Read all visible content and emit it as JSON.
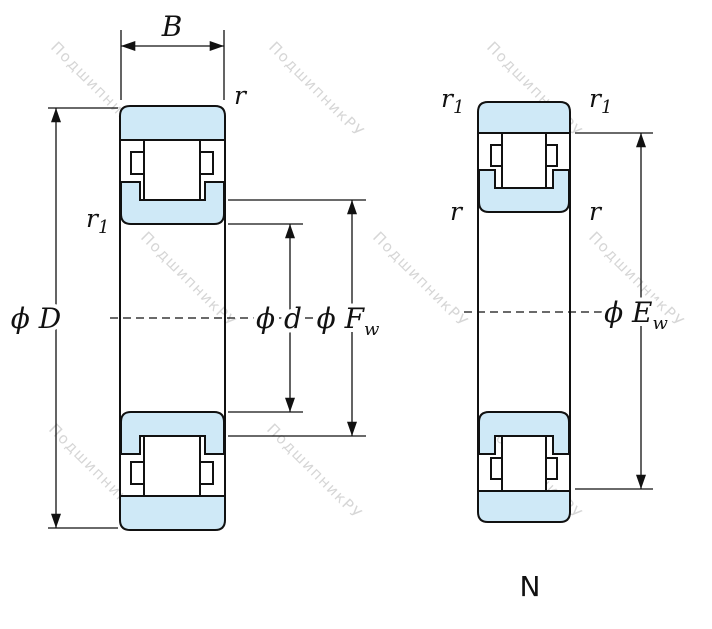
{
  "watermark": {
    "text": "ПодшипникРУ"
  },
  "colors": {
    "ring_fill": "#cfe9f7",
    "line": "#111111"
  },
  "labels": {
    "B": "B",
    "r_left_view_top": "r",
    "r1_left_view": {
      "main": "r",
      "sub": "1"
    },
    "phi_D": {
      "main": "ϕ D"
    },
    "phi_d": {
      "main": "ϕ d"
    },
    "phi_Fw": {
      "main": "ϕ F",
      "sub": "w"
    },
    "phi_Ew": {
      "main": "ϕ E",
      "sub": "w"
    },
    "r1_right_view_left": {
      "main": "r",
      "sub": "1"
    },
    "r1_right_view_right": {
      "main": "r",
      "sub": "1"
    },
    "r_right_view_left": "r",
    "r_right_view_right": "r",
    "type_label": "N"
  }
}
